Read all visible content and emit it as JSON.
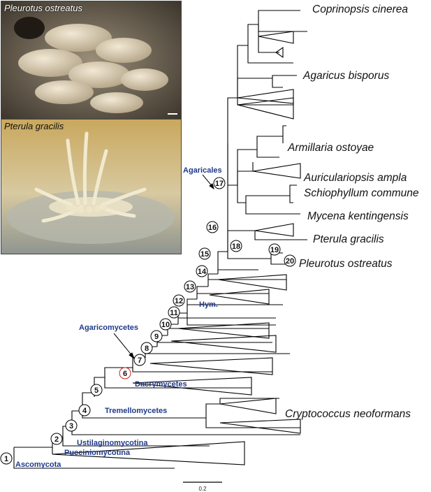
{
  "photos": {
    "top_label": "Pleurotus ostreatus",
    "bottom_label": "Pterula gracilis"
  },
  "species": [
    {
      "id": "coprinopsis",
      "label": "Coprinopsis cinerea"
    },
    {
      "id": "agaricus",
      "label": "Agaricus bisporus"
    },
    {
      "id": "armillaria",
      "label": "Armillaria ostoyae"
    },
    {
      "id": "auriculariopsis",
      "label": "Auriculariopsis ampla"
    },
    {
      "id": "schiophyllum",
      "label": "Schiophyllum commune"
    },
    {
      "id": "mycena",
      "label": "Mycena kentingensis"
    },
    {
      "id": "pterula",
      "label": "Pterula gracilis"
    },
    {
      "id": "pleurotus",
      "label": "Pleurotus ostreatus"
    },
    {
      "id": "cryptococcus",
      "label": "Cryptococcus neoformans"
    }
  ],
  "clades": [
    {
      "id": "agaricales",
      "label": "Agaricales"
    },
    {
      "id": "agaricomycetes",
      "label": "Agaricomycetes"
    },
    {
      "id": "hym",
      "label": "Hym."
    },
    {
      "id": "dacrymycetes",
      "label": "Dacrymycetes"
    },
    {
      "id": "tremellomycetes",
      "label": "Tremellomycetes"
    },
    {
      "id": "ustilaginomycotina",
      "label": "Ustilaginomycotina"
    },
    {
      "id": "pucciniomycotina",
      "label": "Pucciniomycotina"
    },
    {
      "id": "ascomycota",
      "label": "Ascomycota"
    }
  ],
  "nodes": [
    {
      "num": "1"
    },
    {
      "num": "2"
    },
    {
      "num": "3"
    },
    {
      "num": "4"
    },
    {
      "num": "5"
    },
    {
      "num": "6",
      "highlight": true
    },
    {
      "num": "7"
    },
    {
      "num": "8"
    },
    {
      "num": "9"
    },
    {
      "num": "10"
    },
    {
      "num": "11"
    },
    {
      "num": "12"
    },
    {
      "num": "13"
    },
    {
      "num": "14"
    },
    {
      "num": "15"
    },
    {
      "num": "16"
    },
    {
      "num": "17"
    },
    {
      "num": "18"
    },
    {
      "num": "19"
    },
    {
      "num": "20"
    }
  ],
  "scale_bar": {
    "label": "0.2"
  },
  "colors": {
    "clade_text": "#1f3a8a",
    "node_highlight": "#d12020",
    "branch": "#000000"
  }
}
